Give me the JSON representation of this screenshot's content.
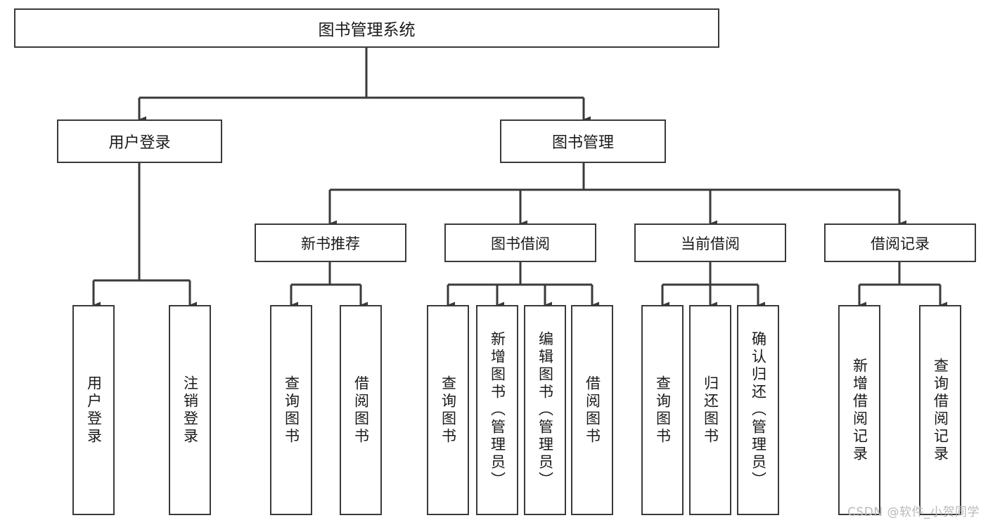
{
  "diagram": {
    "title": "图书管理系统",
    "type": "tree-hierarchy",
    "root": {
      "id": "root",
      "label": "图书管理系统"
    },
    "level2": [
      {
        "id": "user-login",
        "label": "用户登录"
      },
      {
        "id": "book-management",
        "label": "图书管理"
      }
    ],
    "level3": [
      {
        "id": "new-book-recommend",
        "label": "新书推荐",
        "parent": "book-management"
      },
      {
        "id": "book-borrow",
        "label": "图书借阅",
        "parent": "book-management"
      },
      {
        "id": "current-borrow",
        "label": "当前借阅",
        "parent": "book-management"
      },
      {
        "id": "borrow-record",
        "label": "借阅记录",
        "parent": "book-management"
      }
    ],
    "leaves": {
      "user-login": [
        {
          "id": "leaf-user-login",
          "label": "用户登录"
        },
        {
          "id": "leaf-user-logout",
          "label": "注销登录"
        }
      ],
      "new-book-recommend": [
        {
          "id": "leaf-query-book-1",
          "label": "查询图书"
        },
        {
          "id": "leaf-borrow-book-1",
          "label": "借阅图书"
        }
      ],
      "book-borrow": [
        {
          "id": "leaf-query-book-2",
          "label": "查询图书"
        },
        {
          "id": "leaf-add-book",
          "label": "新增图书（管理员）"
        },
        {
          "id": "leaf-edit-book",
          "label": "编辑图书（管理员）"
        },
        {
          "id": "leaf-borrow-book-2",
          "label": "借阅图书"
        }
      ],
      "current-borrow": [
        {
          "id": "leaf-query-book-3",
          "label": "查询图书"
        },
        {
          "id": "leaf-return-book",
          "label": "归还图书"
        },
        {
          "id": "leaf-confirm-return",
          "label": "确认归还（管理员）"
        }
      ],
      "borrow-record": [
        {
          "id": "leaf-add-record",
          "label": "新增借阅记录"
        },
        {
          "id": "leaf-query-record",
          "label": "查询借阅记录"
        }
      ]
    }
  },
  "watermark": {
    "text": "CSDN @软件_小贺同学"
  },
  "colors": {
    "border": "#3a3a3a",
    "background": "#ffffff",
    "text": "#1a1a1a",
    "watermark": "#b9b9b9"
  }
}
